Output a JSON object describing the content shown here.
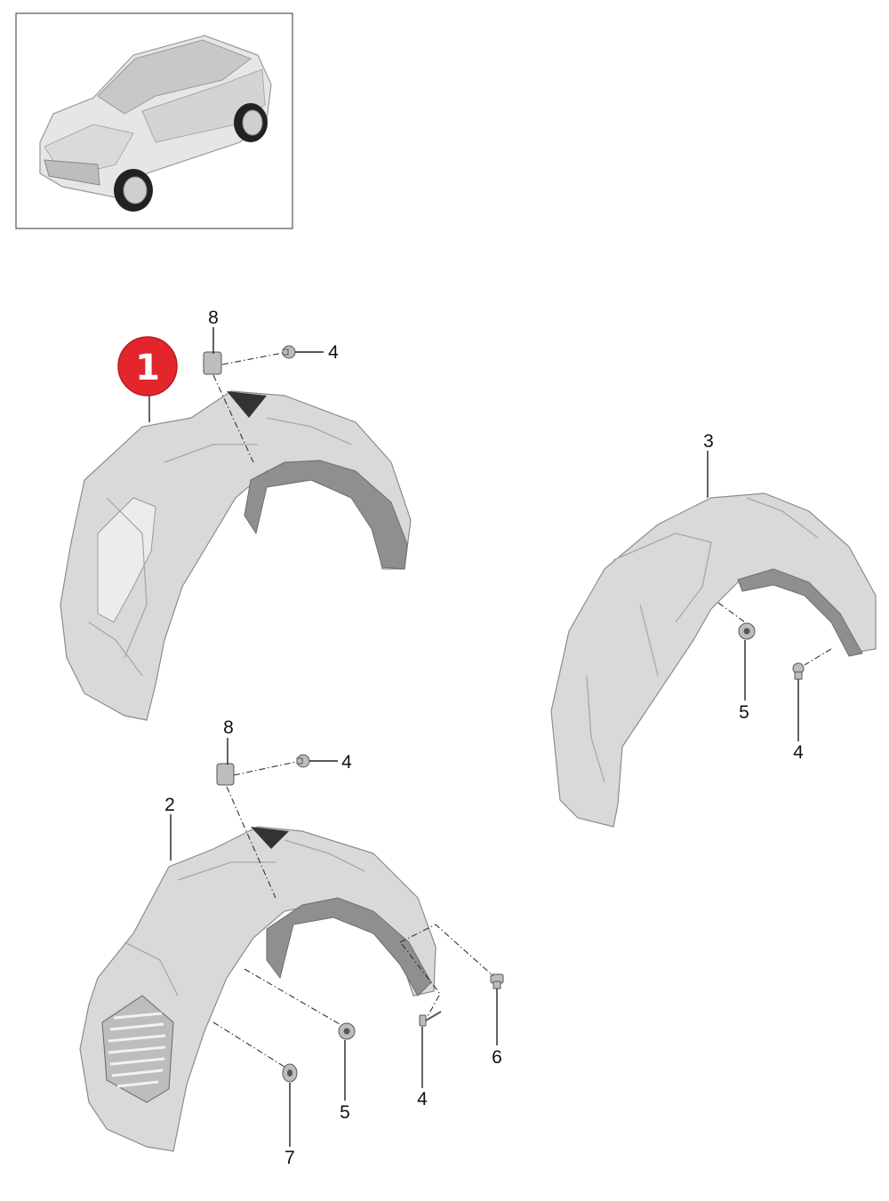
{
  "badge": {
    "number": "1",
    "color": "#e4262c"
  },
  "callouts": {
    "c8_top": "8",
    "c4_top": "4",
    "c3": "3",
    "c5_right": "5",
    "c4_right": "4",
    "c8_mid": "8",
    "c4_mid": "4",
    "c2": "2",
    "c6": "6",
    "c5_bottom": "5",
    "c4_bottom": "4",
    "c7": "7"
  },
  "icons": {
    "car": "vehicle-overview-icon",
    "liner": "wheel-housing-liner-icon",
    "clip": "fastener-clip-icon",
    "screw": "screw-icon",
    "nut": "expanding-nut-icon"
  }
}
